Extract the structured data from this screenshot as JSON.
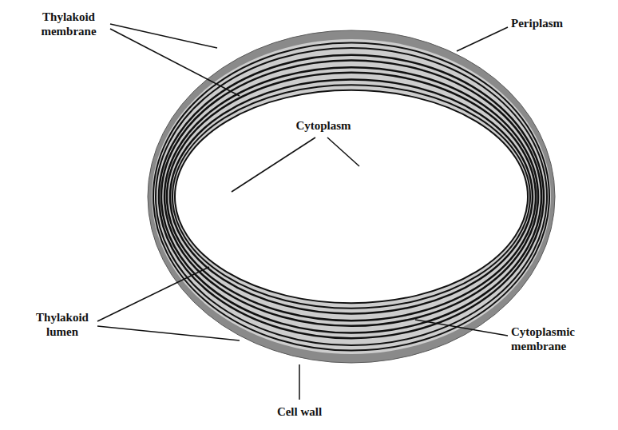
{
  "diagram": {
    "labels": [
      "Thylakoid membrane",
      "Periplasm",
      "Cytoplasm",
      "Thylakoid lumen",
      "Cytoplasmic membrane",
      "Cell wall"
    ]
  }
}
